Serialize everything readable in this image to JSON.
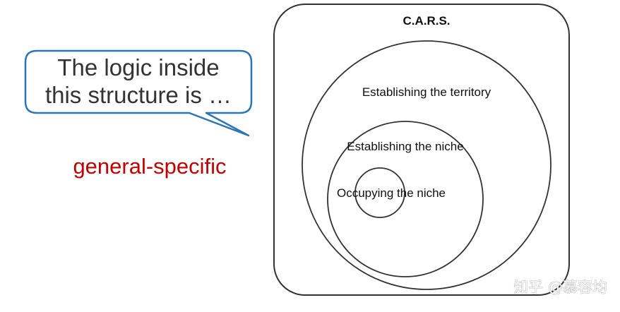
{
  "callout": {
    "line1": "The logic inside",
    "line2": "this structure is …"
  },
  "accent": {
    "text": "general-specific",
    "color": "#c00000"
  },
  "colors": {
    "callout_border": "#2e75b6",
    "lines": "#333333"
  },
  "cars": {
    "title": "C.A.R.S.",
    "outer_label": "Establishing the territory",
    "middle_label": "Establishing the niche",
    "inner_label": "Occupying the niche"
  },
  "watermark": {
    "text": "知乎 @慕容均"
  }
}
